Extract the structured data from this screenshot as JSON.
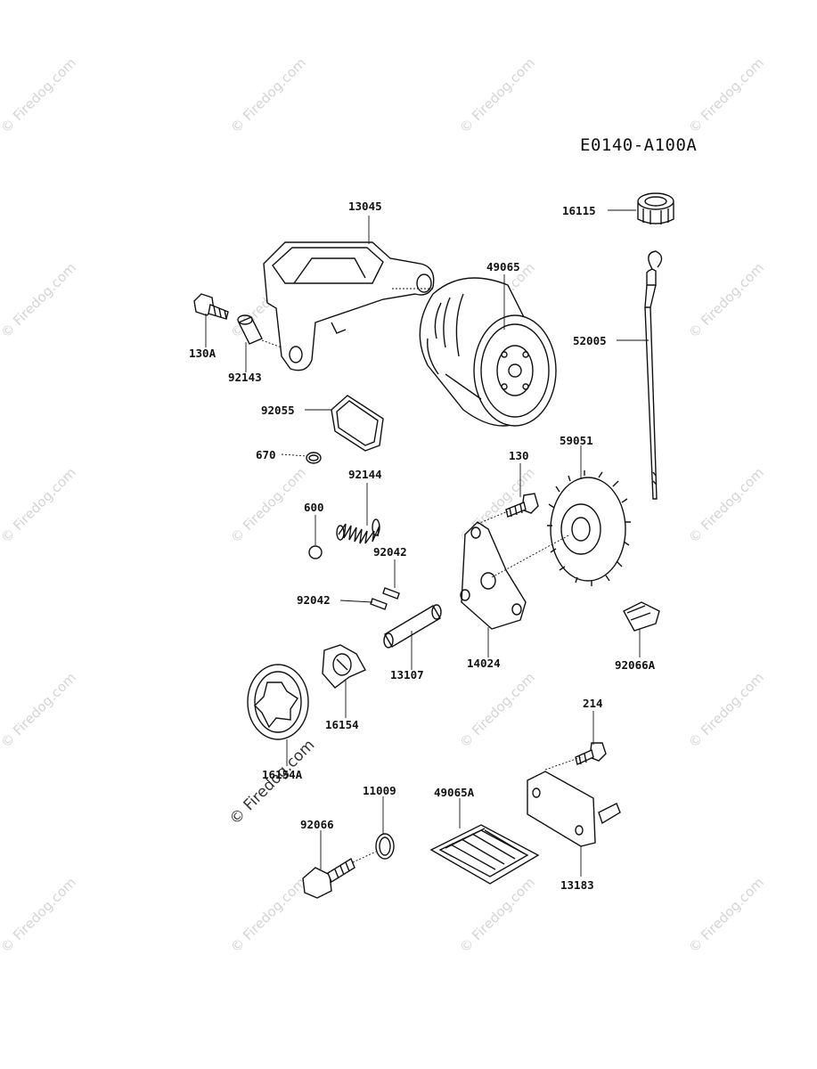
{
  "diagram_code": "E0140-A100A",
  "watermark_text": "© Firedog.com",
  "parts": [
    {
      "key": "p13045",
      "number": "13045"
    },
    {
      "key": "p49065",
      "number": "49065"
    },
    {
      "key": "p16115",
      "number": "16115"
    },
    {
      "key": "p52005",
      "number": "52005"
    },
    {
      "key": "p130A",
      "number": "130A"
    },
    {
      "key": "p92143",
      "number": "92143"
    },
    {
      "key": "p92055",
      "number": "92055"
    },
    {
      "key": "p670",
      "number": "670"
    },
    {
      "key": "p92144",
      "number": "92144"
    },
    {
      "key": "p600",
      "number": "600"
    },
    {
      "key": "p130",
      "number": "130"
    },
    {
      "key": "p59051",
      "number": "59051"
    },
    {
      "key": "p92042a",
      "number": "92042"
    },
    {
      "key": "p92042b",
      "number": "92042"
    },
    {
      "key": "p13107",
      "number": "13107"
    },
    {
      "key": "p14024",
      "number": "14024"
    },
    {
      "key": "p92066A",
      "number": "92066A"
    },
    {
      "key": "p16154",
      "number": "16154"
    },
    {
      "key": "p16154A",
      "number": "16154A"
    },
    {
      "key": "p214",
      "number": "214"
    },
    {
      "key": "p11009",
      "number": "11009"
    },
    {
      "key": "p49065A",
      "number": "49065A"
    },
    {
      "key": "p92066",
      "number": "92066"
    },
    {
      "key": "p13183",
      "number": "13183"
    }
  ]
}
